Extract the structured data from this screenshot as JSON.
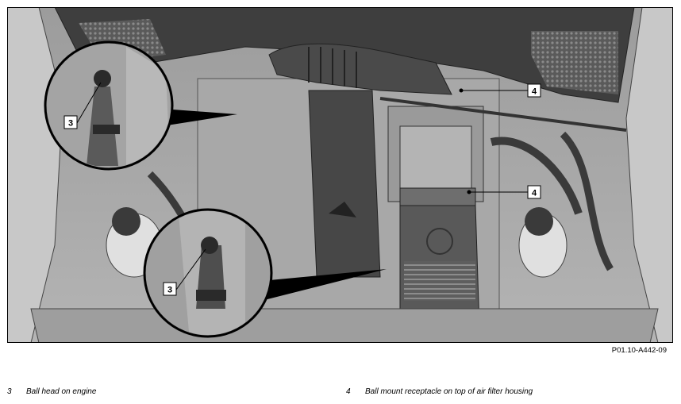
{
  "figure": {
    "callouts": [
      {
        "number": "3"
      },
      {
        "number": "3"
      },
      {
        "number": "4"
      },
      {
        "number": "4"
      }
    ],
    "reference_code": "P01.10-A442-09"
  },
  "legend": [
    {
      "number": "3",
      "text": "Ball head on engine"
    },
    {
      "number": "4",
      "text": "Ball mount receptacle on top of air filter housing"
    }
  ]
}
